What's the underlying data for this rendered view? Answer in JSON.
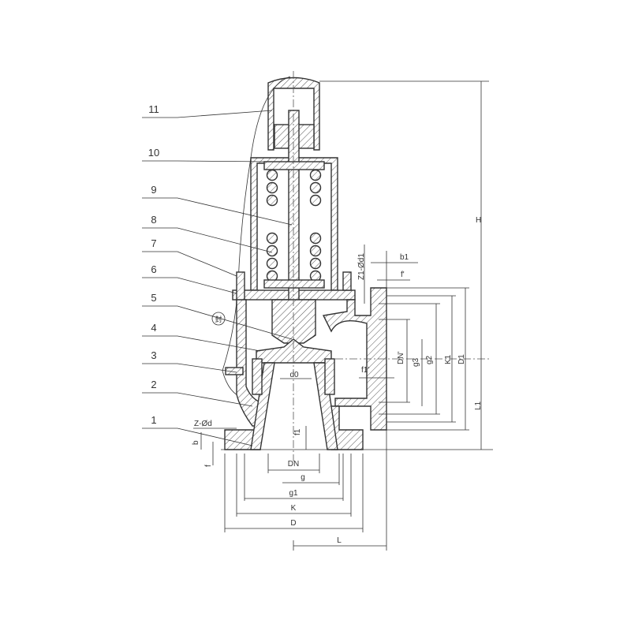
{
  "drawing": {
    "title": "Safety valve sectional drawing",
    "part_numbers": [
      "11",
      "10",
      "9",
      "8",
      "7",
      "6",
      "5",
      "4",
      "3",
      "2",
      "1"
    ],
    "seal_mark": "封",
    "dimensions": {
      "H": "H",
      "L1": "L1",
      "D1": "D1",
      "K1": "K1",
      "g2": "g2",
      "g3": "g3",
      "DN_out": "DN'",
      "f1_out": "f1'",
      "Z1_d1": "Z1-Ød1",
      "b1": "b1",
      "f_out": "f'",
      "d0": "d0",
      "f1": "f1",
      "Z_d": "Z-Ød",
      "b": "b",
      "f": "f",
      "DN": "DN",
      "g": "g",
      "g1": "g1",
      "K": "K",
      "D": "D",
      "L": "L"
    }
  }
}
